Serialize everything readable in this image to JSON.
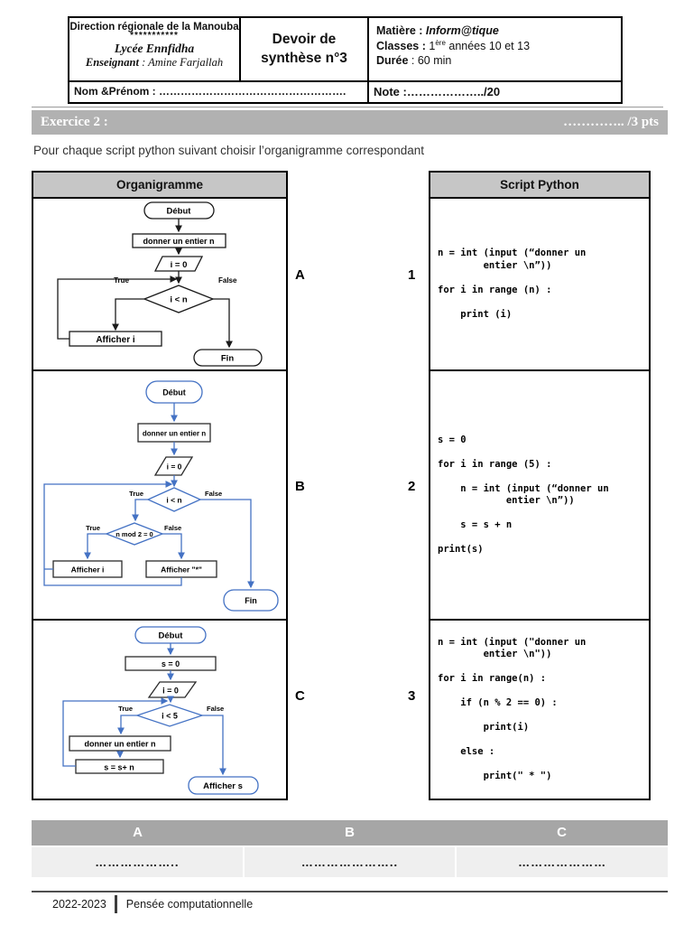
{
  "header": {
    "school": {
      "line1": "Direction régionale de la Manouba",
      "line2": "***********",
      "line3": "Lycée Ennfidha",
      "enseignant_label": "Enseignant",
      "enseignant_value": " : Amine Farjallah"
    },
    "title": "Devoir de synthèse n°3",
    "info": {
      "matiere_label": "Matière : ",
      "matiere_value": "Inform@tique",
      "classes_label": "Classes : ",
      "classes_pre": "1",
      "classes_sup": "ère",
      "classes_post": " années 10 et 13",
      "duree_label": "Durée",
      "duree_value": " : 60 min"
    },
    "nom": "Nom &Prénom : …………………………………………….",
    "note": "Note :………………../20"
  },
  "exercise": {
    "title": "Exercice 2 :",
    "points": "………….. /3 pts",
    "instruction": "Pour chaque script python suivant choisir l’organigramme correspondant"
  },
  "matching": {
    "left_header": "Organigramme",
    "right_header": "Script Python",
    "rows": [
      {
        "letter": "A",
        "number": "1",
        "script": "n = int (input (“donner un\n        entier \\n”))\n\nfor i in range (n) :\n\n    print (i)"
      },
      {
        "letter": "B",
        "number": "2",
        "script": "s = 0\n\nfor i in range (5) :\n\n    n = int (input (“donner un\n            entier \\n”))\n\n    s = s + n\n\nprint(s)"
      },
      {
        "letter": "C",
        "number": "3",
        "script": "n = int (input (\"donner un\n        entier \\n\"))\n\nfor i in range(n) :\n\n    if (n % 2 == 0) :\n\n        print(i)\n\n    else :\n\n        print(\" * \")"
      }
    ]
  },
  "flowcharts": {
    "a": {
      "start": "Début",
      "input": "donner un entier n",
      "init": "i = 0",
      "cond": "i < n",
      "true_label": "True",
      "false_label": "False",
      "action": "Afficher  i",
      "end": "Fin"
    },
    "b": {
      "start": "Début",
      "input": "donner un entier n",
      "init": "i = 0",
      "cond1": "i < n",
      "cond2": "n mod 2 = 0",
      "true_label": "True",
      "false_label": "False",
      "action_true": "Afficher  i",
      "action_false": "Afficher \"*\"",
      "end": "Fin"
    },
    "c": {
      "start": "Début",
      "step": "s = 0",
      "init": "i = 0",
      "cond": "i < 5",
      "true_label": "True",
      "false_label": "False",
      "input": "donner un entier n",
      "sum": "s = s+ n",
      "end": "Afficher s"
    }
  },
  "answers": {
    "headers": [
      "A",
      "B",
      "C"
    ],
    "values": [
      "………………..",
      "…………………..",
      "…………………"
    ]
  },
  "footer": {
    "year": "2022-2023",
    "text": "Pensée computationnelle"
  }
}
